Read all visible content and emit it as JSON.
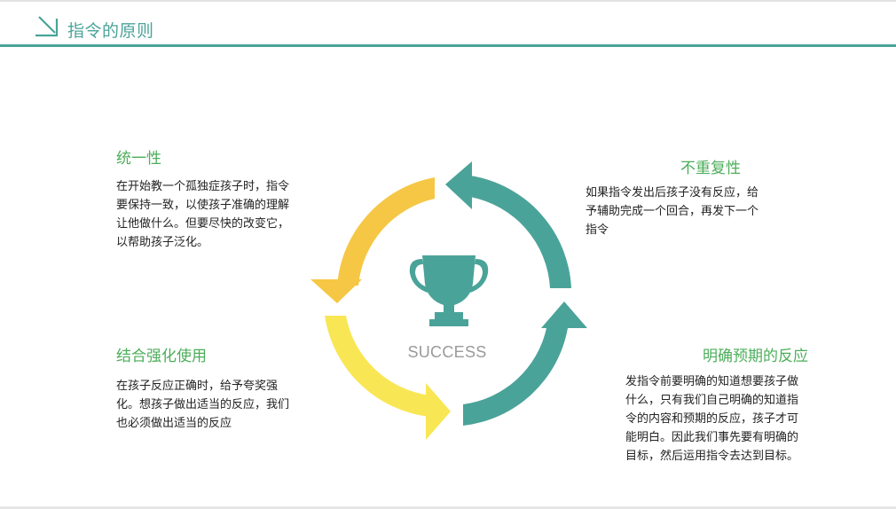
{
  "header": {
    "title": "指令的原则"
  },
  "blocks": [
    {
      "title": "统一性",
      "text": "在开始教一个孤独症孩子时，指令要保持一致，以使孩子准确的理解让他做什么。但要尽快的改变它，以帮助孩子泛化。"
    },
    {
      "title": "不重复性",
      "text": "如果指令发出后孩子没有反应，给予辅助完成一个回合，再发下一个指令"
    },
    {
      "title": "结合强化使用",
      "text": "在孩子反应正确时，给予夸奖强化。想孩子做出适当的反应，我们也必须做出适当的反应"
    },
    {
      "title": "明确预期的反应",
      "text": "发指令前要明确的知道想要孩子做什么，只有我们自己明确的知道指令的内容和预期的反应，孩子才可能明白。因此我们事先要有明确的目标，然后运用指令去达到目标。"
    }
  ],
  "center": {
    "label": "SUCCESS",
    "icon": "trophy-icon"
  },
  "colors": {
    "teal": "#4aa399",
    "green_title": "#4cae5a",
    "yellow_dark": "#f6c744",
    "yellow_light": "#f9e655",
    "gray_label": "#9a9a9a"
  }
}
